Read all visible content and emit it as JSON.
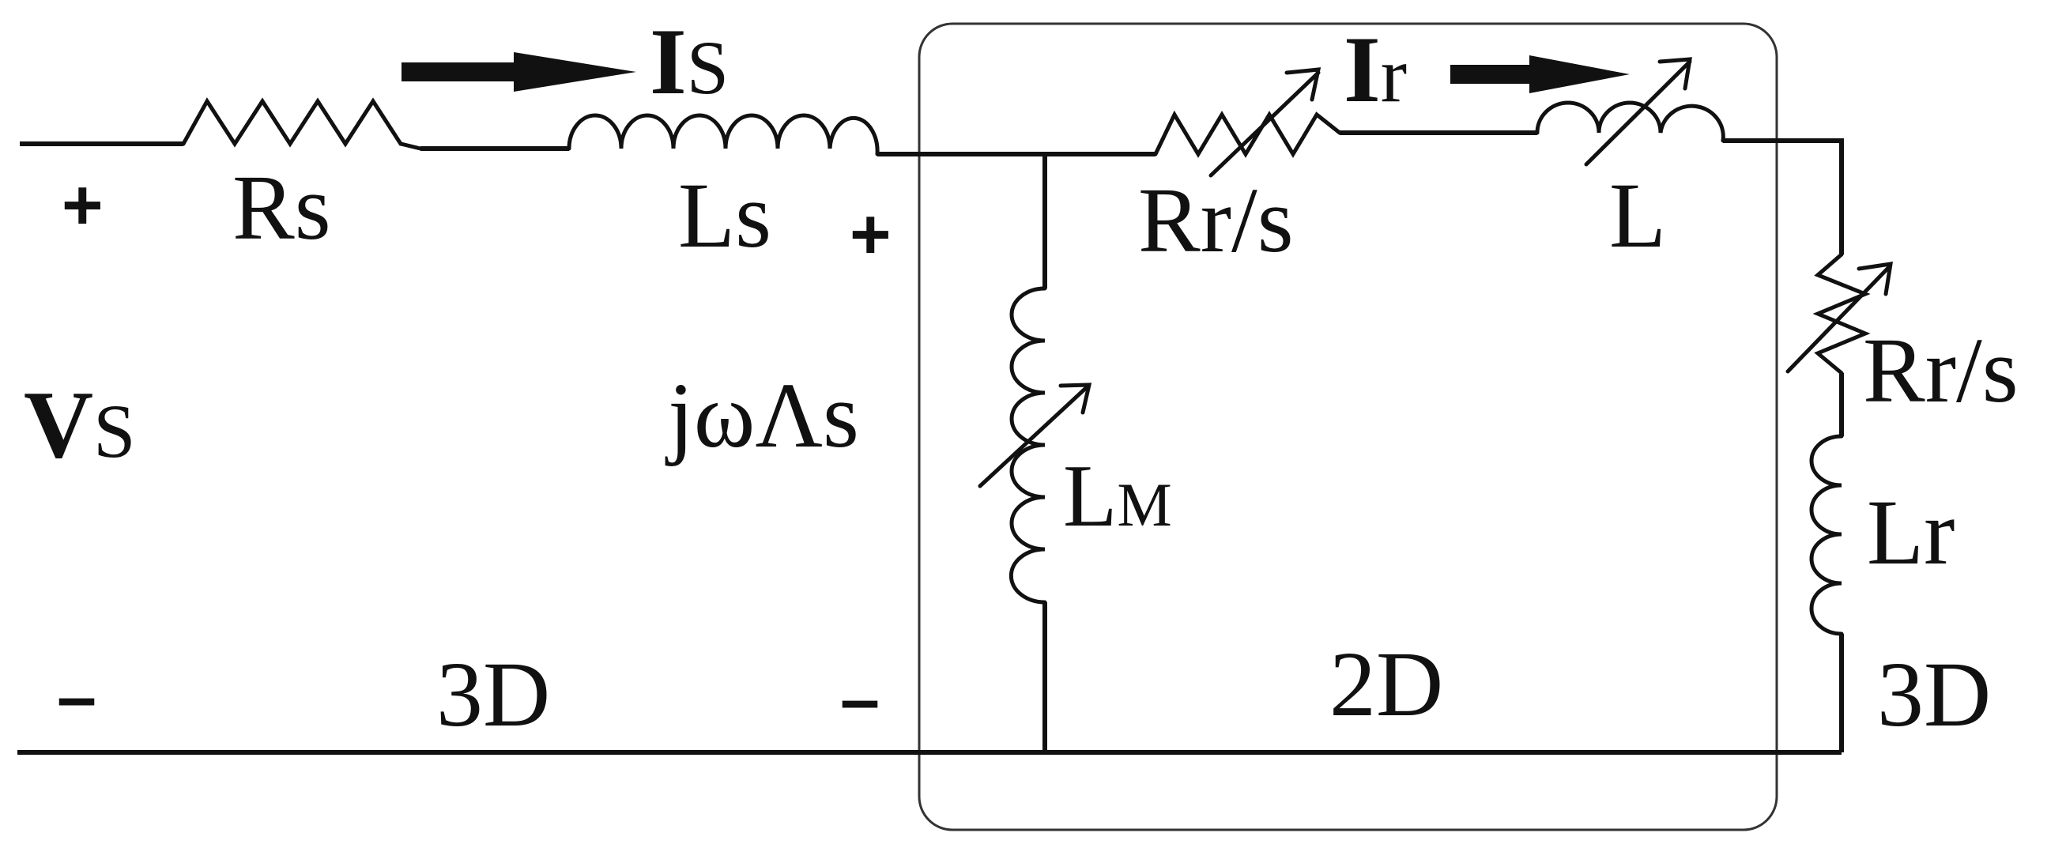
{
  "diagram": {
    "source_voltage": {
      "main": "V",
      "sub": "S"
    },
    "source_plus": "+",
    "source_minus": "–",
    "stator_current": {
      "main": "I",
      "sub": "S"
    },
    "rotor_current": {
      "main": "I",
      "sub": "r"
    },
    "stator_resistance": "Rs",
    "stator_inductance": "Ls",
    "airgap_voltage": "jωΛs",
    "airgap_plus": "+",
    "airgap_minus": "–",
    "magnetizing_inductance": {
      "main": "L",
      "sub": "M"
    },
    "rotor_resistance_2d": "Rr/s",
    "rotor_inductance_2d": "L",
    "rotor_resistance_3d": "Rr/s",
    "rotor_inductance_3d": "Lr",
    "region_left": "3D",
    "region_center": "2D",
    "region_right": "3D"
  }
}
